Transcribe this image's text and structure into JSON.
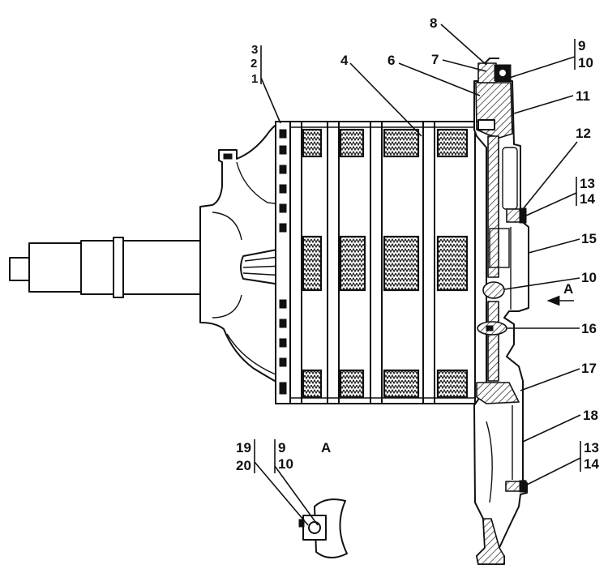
{
  "colors": {
    "ink": "#111111",
    "paper": "#ffffff"
  },
  "callouts": {
    "left_stack": [
      "3",
      "2",
      "1"
    ],
    "top": [
      "4",
      "6",
      "8",
      "7"
    ],
    "right": [
      "9",
      "10",
      "11",
      "12",
      "13",
      "14",
      "15",
      "10",
      "16",
      "17",
      "18",
      "13",
      "14"
    ],
    "detail": [
      "19",
      "20",
      "9",
      "10"
    ]
  },
  "views": {
    "arrow_label": "A",
    "detail_title": "A"
  }
}
